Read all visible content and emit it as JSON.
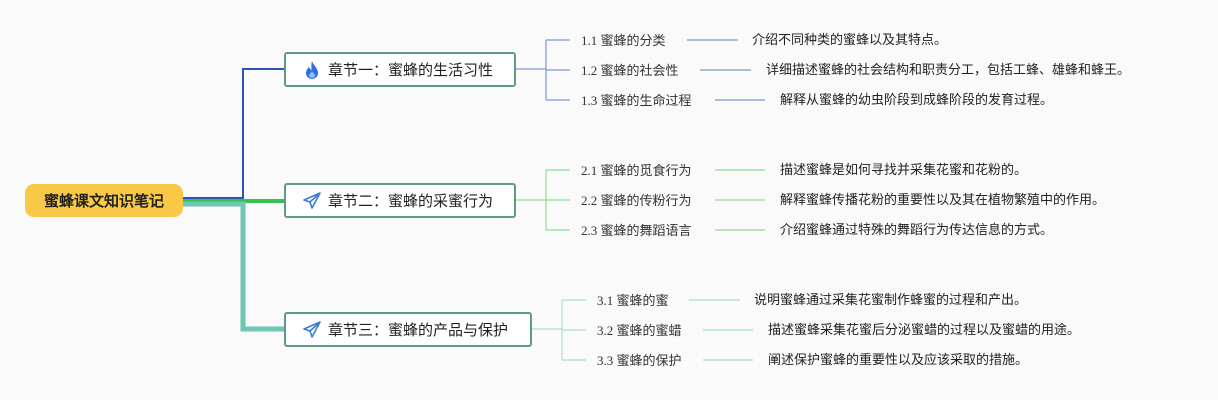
{
  "root": {
    "title": "蜜蜂课文知识笔记"
  },
  "chapters": [
    {
      "title": "章节一：蜜蜂的生活习性",
      "icon": "fire-icon",
      "color": "#2f54b9",
      "leaf_color": "#7f9ad6",
      "items": [
        {
          "label": "1.1 蜜蜂的分类",
          "desc": "介绍不同种类的蜜蜂以及其特点。"
        },
        {
          "label": "1.2 蜜蜂的社会性",
          "desc": "详细描述蜜蜂的社会结构和职责分工，包括工蜂、雄蜂和蜂王。"
        },
        {
          "label": "1.3 蜜蜂的生命过程",
          "desc": "解释从蜜蜂的幼虫阶段到成蜂阶段的发育过程。"
        }
      ]
    },
    {
      "title": "章节二：蜜蜂的采蜜行为",
      "icon": "paper-plane-icon",
      "color": "#33c04d",
      "leaf_color": "#8fdc99",
      "items": [
        {
          "label": "2.1 蜜蜂的觅食行为",
          "desc": "描述蜜蜂是如何寻找并采集花蜜和花粉的。"
        },
        {
          "label": "2.2 蜜蜂的传粉行为",
          "desc": "解释蜜蜂传播花粉的重要性以及其在植物繁殖中的作用。"
        },
        {
          "label": "2.3 蜜蜂的舞蹈语言",
          "desc": "介绍蜜蜂通过特殊的舞蹈行为传达信息的方式。"
        }
      ]
    },
    {
      "title": "章节三：蜜蜂的产品与保护",
      "icon": "paper-plane-icon",
      "color": "#6cc7b3",
      "leaf_color": "#a9dfd2",
      "items": [
        {
          "label": "3.1 蜜蜂的蜜",
          "desc": "说明蜜蜂通过采集花蜜制作蜂蜜的过程和产出。"
        },
        {
          "label": "3.2 蜜蜂的蜜蜡",
          "desc": "描述蜜蜂采集花蜜后分泌蜜蜡的过程以及蜜蜡的用途。"
        },
        {
          "label": "3.3 蜜蜂的保护",
          "desc": "阐述保护蜜蜂的重要性以及应该采取的措施。"
        }
      ]
    }
  ]
}
